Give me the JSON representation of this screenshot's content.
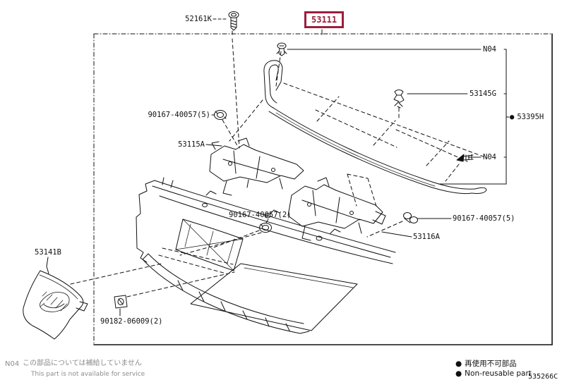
{
  "colors": {
    "ink": "#111111",
    "highlight": "#9a1f3d",
    "muted": "#8c8c8c"
  },
  "labels": {
    "screw_top": "52161K",
    "main_part": "53111",
    "n04_top": "N04",
    "clip_retainer": "53145G",
    "bullet": "●",
    "pad": "53395H",
    "n04_mid": "N04",
    "bolt_left": "90167-40057(5)",
    "bracket_left": "53115A",
    "bolt_mid": "90167-40057(2)",
    "bolt_right": "90167-40057(5)",
    "bracket_right": "53116A",
    "emblem": "53141B",
    "nut_bottom": "90182-06009(2)"
  },
  "footnotes": {
    "left_code": "N04",
    "left_jp": "この部品については補給していません",
    "left_en": "This part is not available for service",
    "bullet": "●",
    "right_jp": "再使用不可部品",
    "right_en": "Non-reusable part",
    "diagram_code": "535266C"
  }
}
